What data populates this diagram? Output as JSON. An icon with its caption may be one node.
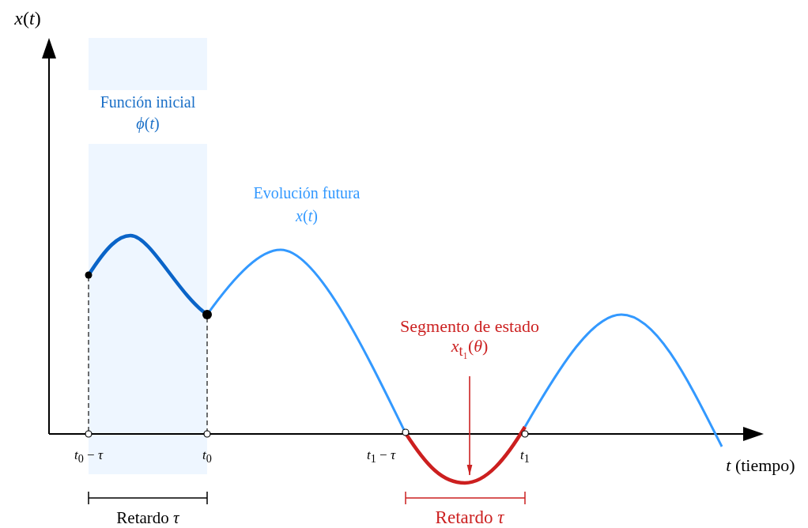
{
  "diagram": {
    "nodes": [
      {
        "text": [
          "Segmento de estado",
          "*x*$_{t₁}$(*θ*)"
        ]
      },
      {
        "text": [],
        "shape": "curve"
      }
    ],
    "edges": [
      {
        "from": 0,
        "to": 1,
        "arrow": "to"
      }
    ],
    "labels": [
      "*x*(*t*)",
      "Función inicial",
      "*ϕ*(*t*)",
      "Evolución futura",
      "*x*(*t*)",
      "*t*$_{0}$ − *τ*",
      "*t*$_{0}$",
      "*t*$_{1}$ − *τ*",
      "*t*$_{1}$",
      "*t* (tiempo)",
      "Retardo *τ*",
      "Retardo *τ*"
    ]
  }
}
